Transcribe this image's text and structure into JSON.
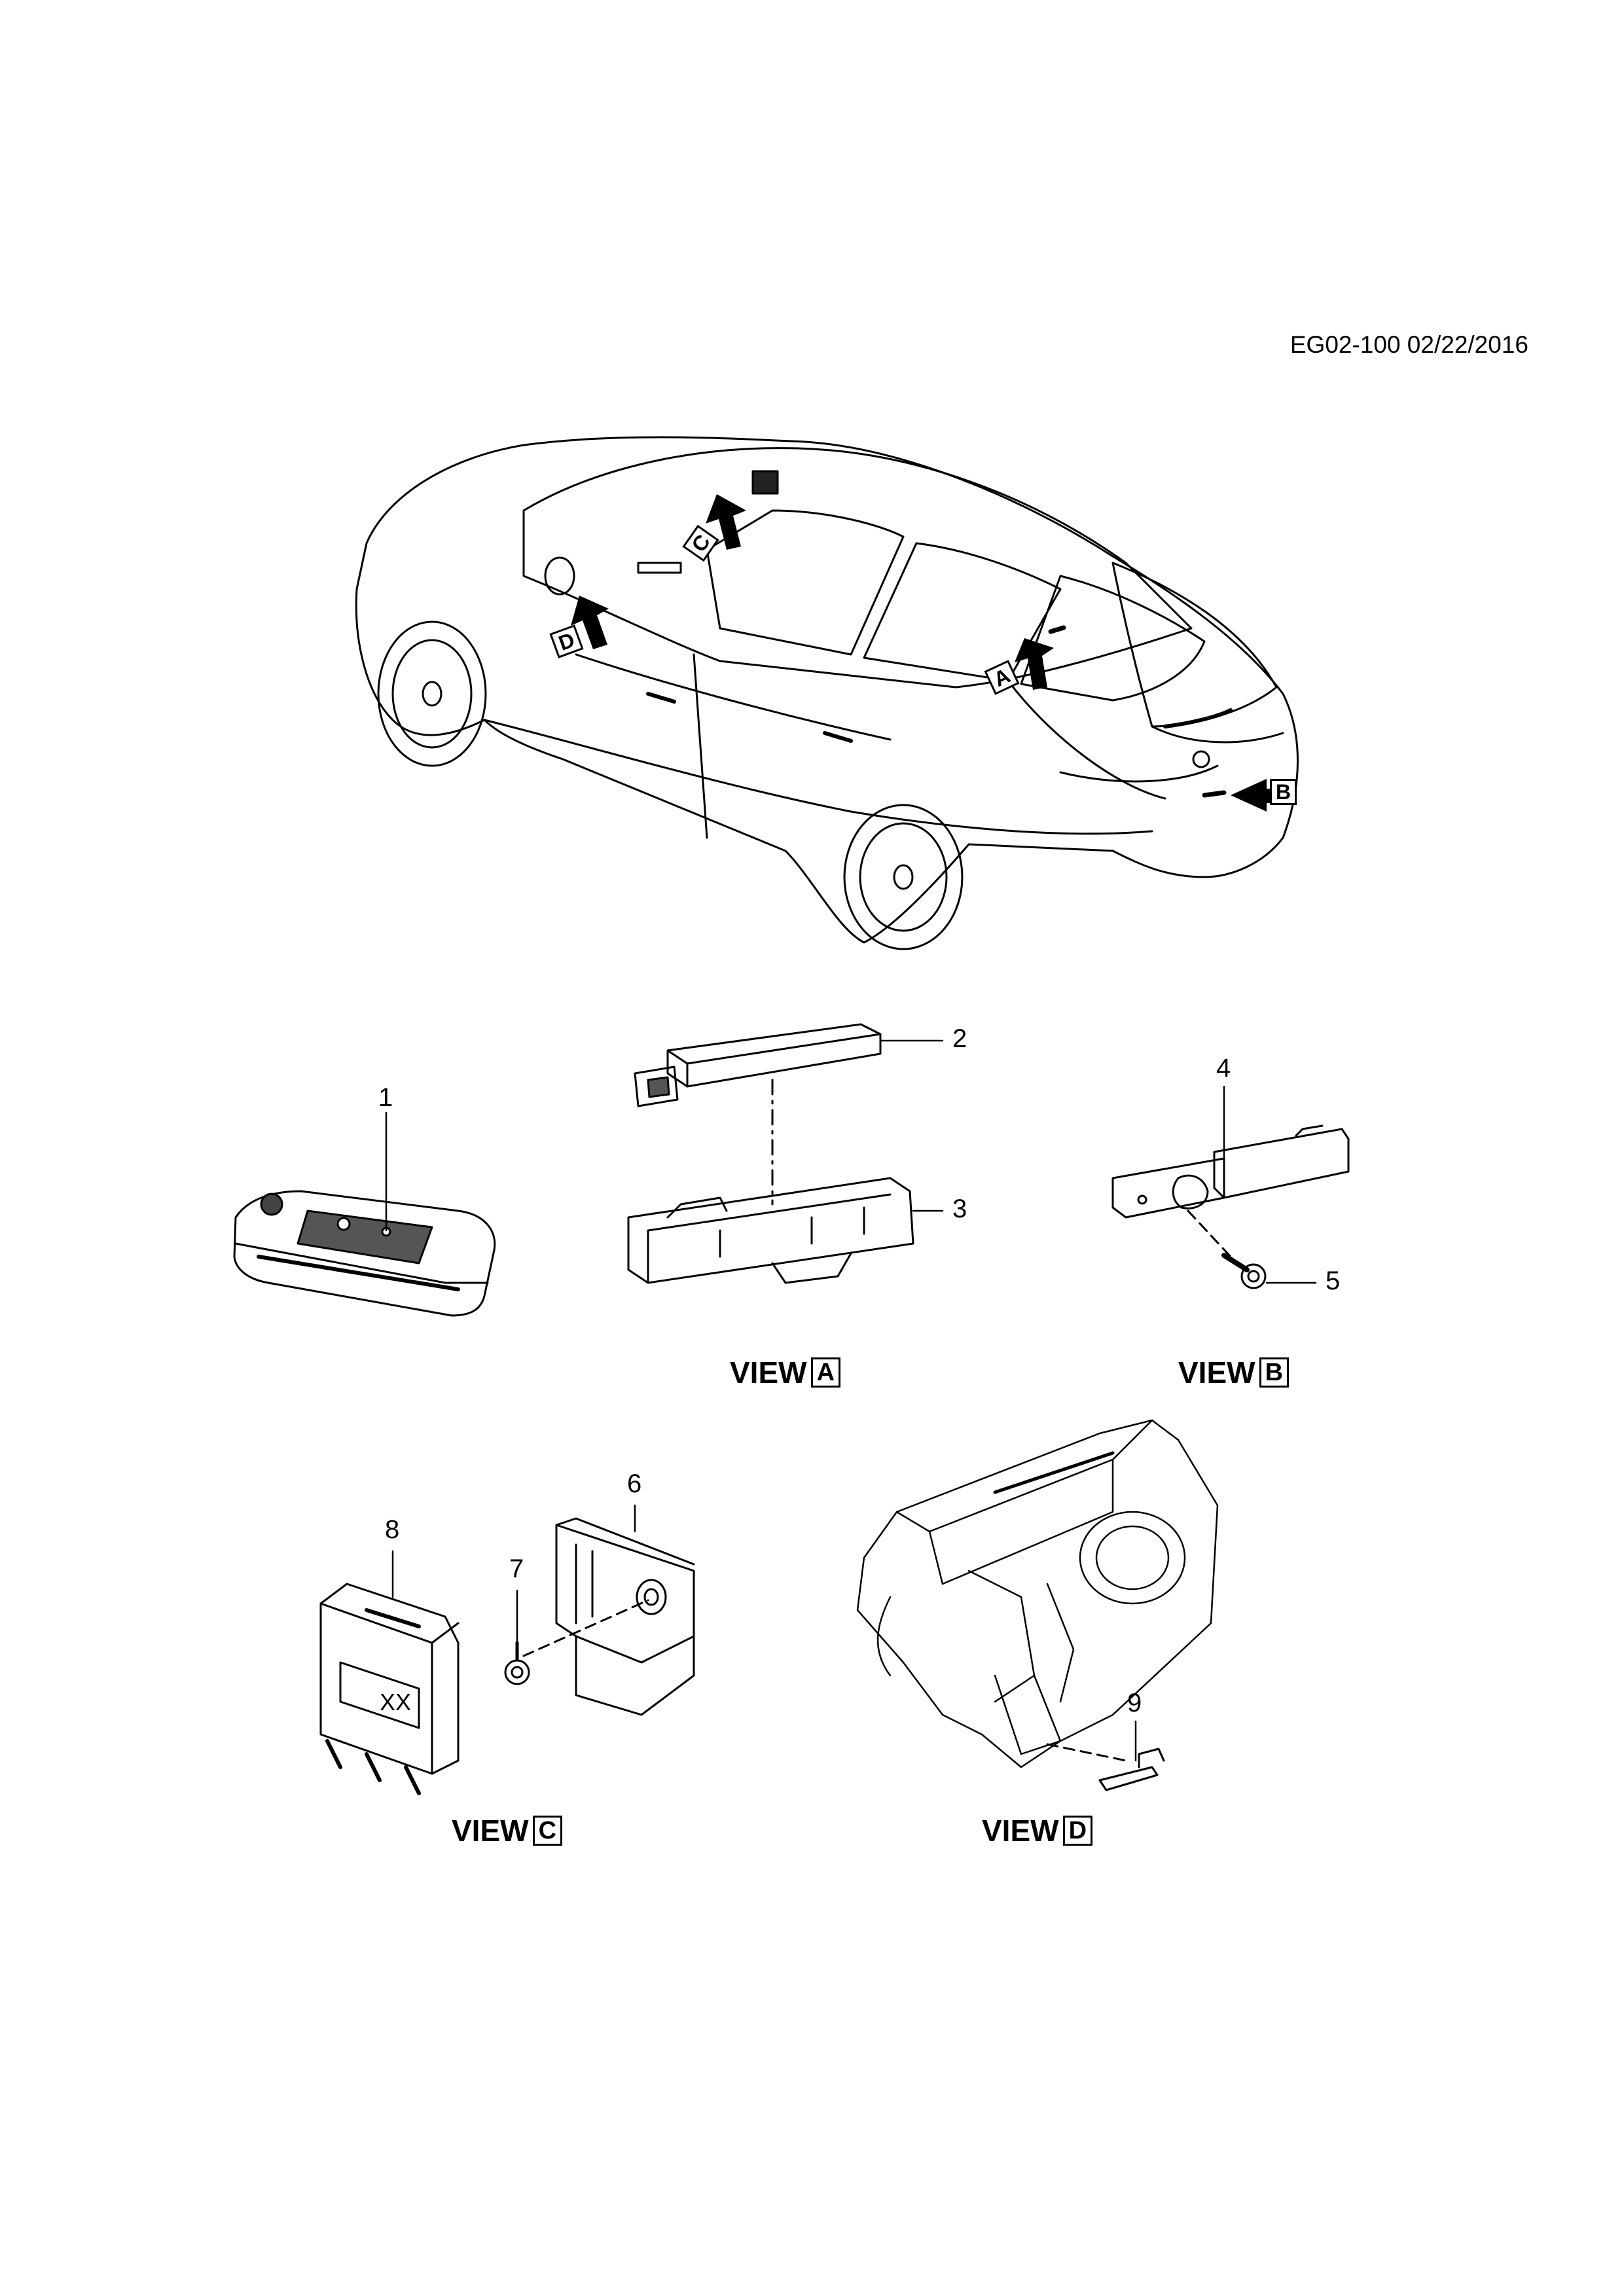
{
  "document": {
    "id": "EG02-100 02/22/2016"
  },
  "views": [
    {
      "prefix": "VIEW",
      "letter": "A"
    },
    {
      "prefix": "VIEW",
      "letter": "B"
    },
    {
      "prefix": "VIEW",
      "letter": "C"
    },
    {
      "prefix": "VIEW",
      "letter": "D"
    }
  ],
  "arrow_labels": [
    "A",
    "B",
    "C",
    "D"
  ],
  "callouts": [
    "1",
    "2",
    "3",
    "4",
    "5",
    "6",
    "7",
    "8",
    "9"
  ],
  "module_label": "XX"
}
